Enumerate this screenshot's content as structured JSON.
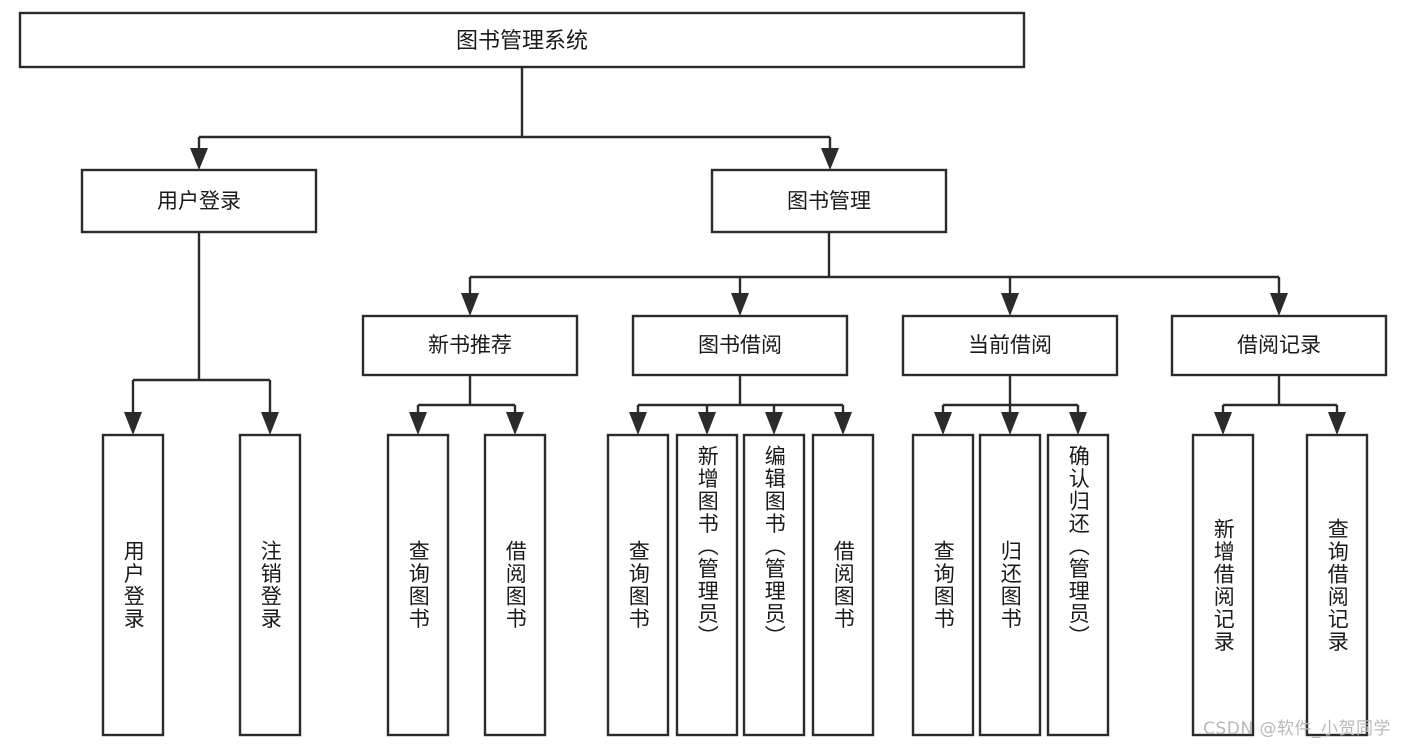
{
  "diagram": {
    "title": "图书管理系统",
    "type": "tree-hierarchy-chart",
    "watermark": "CSDN @软件_小贺同学",
    "colors": {
      "stroke": "#2b2b2b",
      "fill": "#ffffff",
      "text": "#1a1a1a",
      "watermark": "#b9b9b9"
    },
    "root": {
      "label": "图书管理系统"
    },
    "level2": [
      {
        "label": "用户登录"
      },
      {
        "label": "图书管理"
      }
    ],
    "level3": [
      {
        "label": "新书推荐"
      },
      {
        "label": "图书借阅"
      },
      {
        "label": "当前借阅"
      },
      {
        "label": "借阅记录"
      }
    ],
    "leaves": {
      "user_login": [
        {
          "label": "用户登录"
        },
        {
          "label": "注销登录"
        }
      ],
      "new_book": [
        {
          "label": "查询图书"
        },
        {
          "label": "借阅图书"
        }
      ],
      "book_borrow": [
        {
          "label": "查询图书"
        },
        {
          "label": "新增图书（管理员）"
        },
        {
          "label": "编辑图书（管理员）"
        },
        {
          "label": "借阅图书"
        }
      ],
      "current_borrow": [
        {
          "label": "查询图书"
        },
        {
          "label": "归还图书"
        },
        {
          "label": "确认归还（管理员）"
        }
      ],
      "borrow_record": [
        {
          "label": "新增借阅记录"
        },
        {
          "label": "查询借阅记录"
        }
      ]
    }
  }
}
